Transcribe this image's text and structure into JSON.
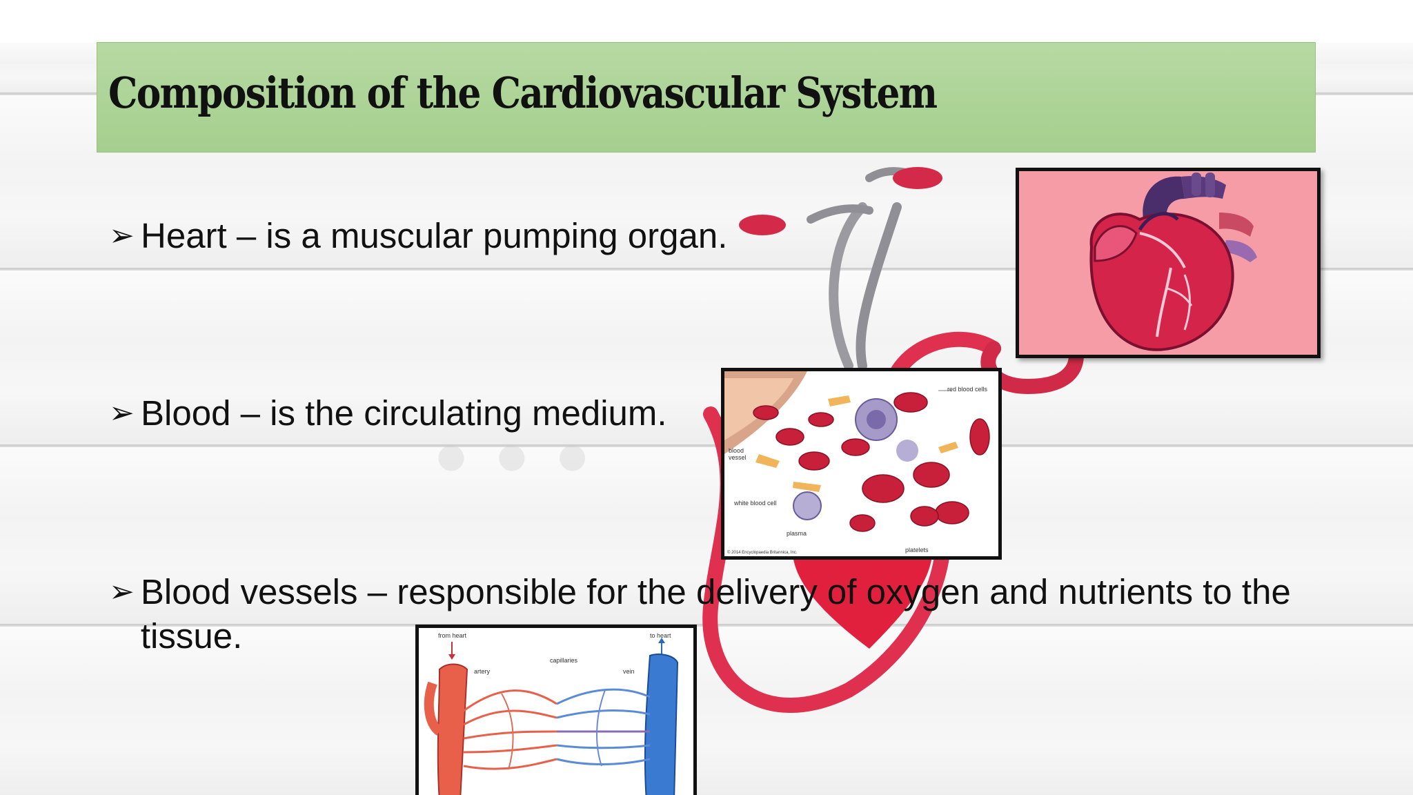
{
  "slide": {
    "title": "Composition of the Cardiovascular System",
    "bullet_marker": "➢",
    "bullets": [
      {
        "text": "Heart – is a muscular pumping organ."
      },
      {
        "text": "Blood – is the circulating medium."
      },
      {
        "text": "Blood vessels – responsible for the delivery of oxygen and nutrients to the tissue."
      }
    ]
  },
  "images": {
    "heart": {
      "icon": "heart-illustration"
    },
    "blood": {
      "icon": "blood-cells-illustration",
      "labels": [
        "red blood cells",
        "blood vessel",
        "white blood cell",
        "plasma",
        "platelets"
      ],
      "credit": "© 2014 Encyclopaedia Britannica, Inc."
    },
    "vessels": {
      "icon": "capillary-network-illustration",
      "labels": [
        "from heart",
        "to heart",
        "artery",
        "capillaries",
        "vein"
      ]
    }
  },
  "colors": {
    "title_banner": "#a9d18e",
    "text": "#111111",
    "stethoscope_red": "#e0304f",
    "heart_bg": "#f59ca7"
  }
}
